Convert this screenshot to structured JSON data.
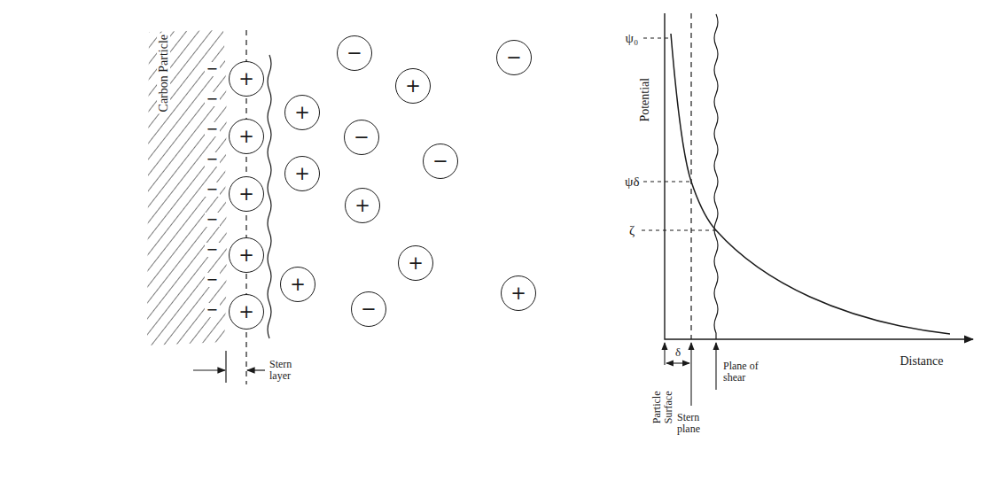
{
  "diagram": {
    "nodes": [
      {
        "text": [
          "+"
        ]
      },
      {
        "text": [
          "+"
        ]
      },
      {
        "text": [
          "+"
        ]
      },
      {
        "text": [
          "+"
        ]
      },
      {
        "text": [
          "+"
        ]
      },
      {
        "text": [
          "−"
        ]
      },
      {
        "text": [
          "+"
        ]
      },
      {
        "text": [
          "−"
        ]
      },
      {
        "text": [
          "+"
        ]
      },
      {
        "text": [
          "+"
        ]
      },
      {
        "text": [
          "−"
        ]
      },
      {
        "text": [
          "+"
        ]
      },
      {
        "text": [
          "−"
        ]
      },
      {
        "text": [
          "+"
        ]
      },
      {
        "text": [
          "+"
        ]
      },
      {
        "text": [
          "−"
        ]
      },
      {
        "text": [
          "+"
        ]
      }
    ],
    "labels": [
      "Carbon Particle",
      "Stern layer",
      "Potential",
      "ψ₀",
      "ψδ",
      "ζ",
      "δ",
      "Distance",
      "Particle Surface",
      "Stern plane",
      "Plane of shear",
      "−",
      "−",
      "−",
      "−",
      "−",
      "−",
      "−",
      "−",
      "−"
    ]
  }
}
